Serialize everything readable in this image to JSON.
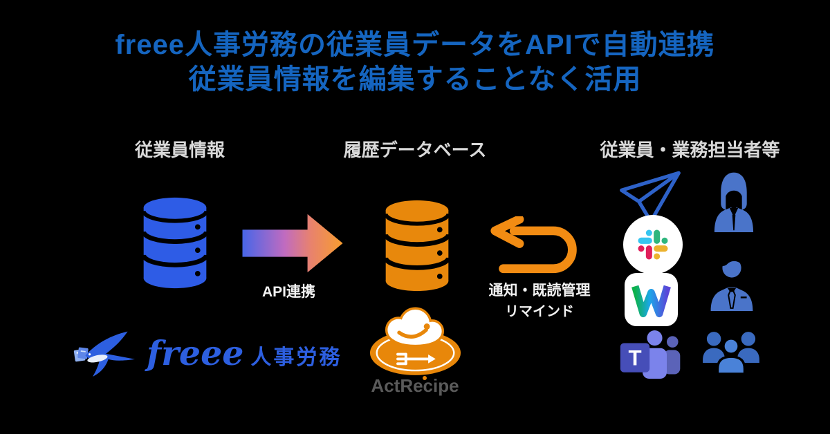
{
  "title": {
    "line1": "freee人事労務の従業員データをAPIで自動連携",
    "line2": "従業員情報を編集することなく活用"
  },
  "sections": {
    "source_label": "従業員情報",
    "database_label": "履歴データベース",
    "recipients_label": "従業員・業務担当者等"
  },
  "flows": {
    "api_label": "API連携",
    "notify_line1": "通知・既読管理",
    "notify_line2": "リマインド"
  },
  "branding": {
    "freee_wordmark": "freee",
    "freee_product": "人事労務",
    "actrecipe_name": "ActRecipe",
    "teams_letter": "T"
  },
  "colors": {
    "background": "#000000",
    "title_blue": "#1565C0",
    "label_gray": "#D9D9D9",
    "database_blue": "#2E5CE6",
    "database_orange": "#E8880C",
    "arrow_gradient_start": "#4766E8",
    "arrow_gradient_mid": "#C06BC0",
    "arrow_gradient_end": "#F79D2F",
    "uturn_orange": "#F28C13",
    "freee_blue": "#2D5FE0",
    "actrecipe_orange": "#E8870A",
    "person_blue": "#4A74C9",
    "slack_blue": "#36C5F0",
    "slack_green": "#2EB67D",
    "slack_red": "#E01E5A",
    "slack_yellow": "#ECB22E",
    "workplace_green": "#0DB14B",
    "workplace_indigo": "#5A46D8",
    "teams_purple": "#464EB8"
  }
}
